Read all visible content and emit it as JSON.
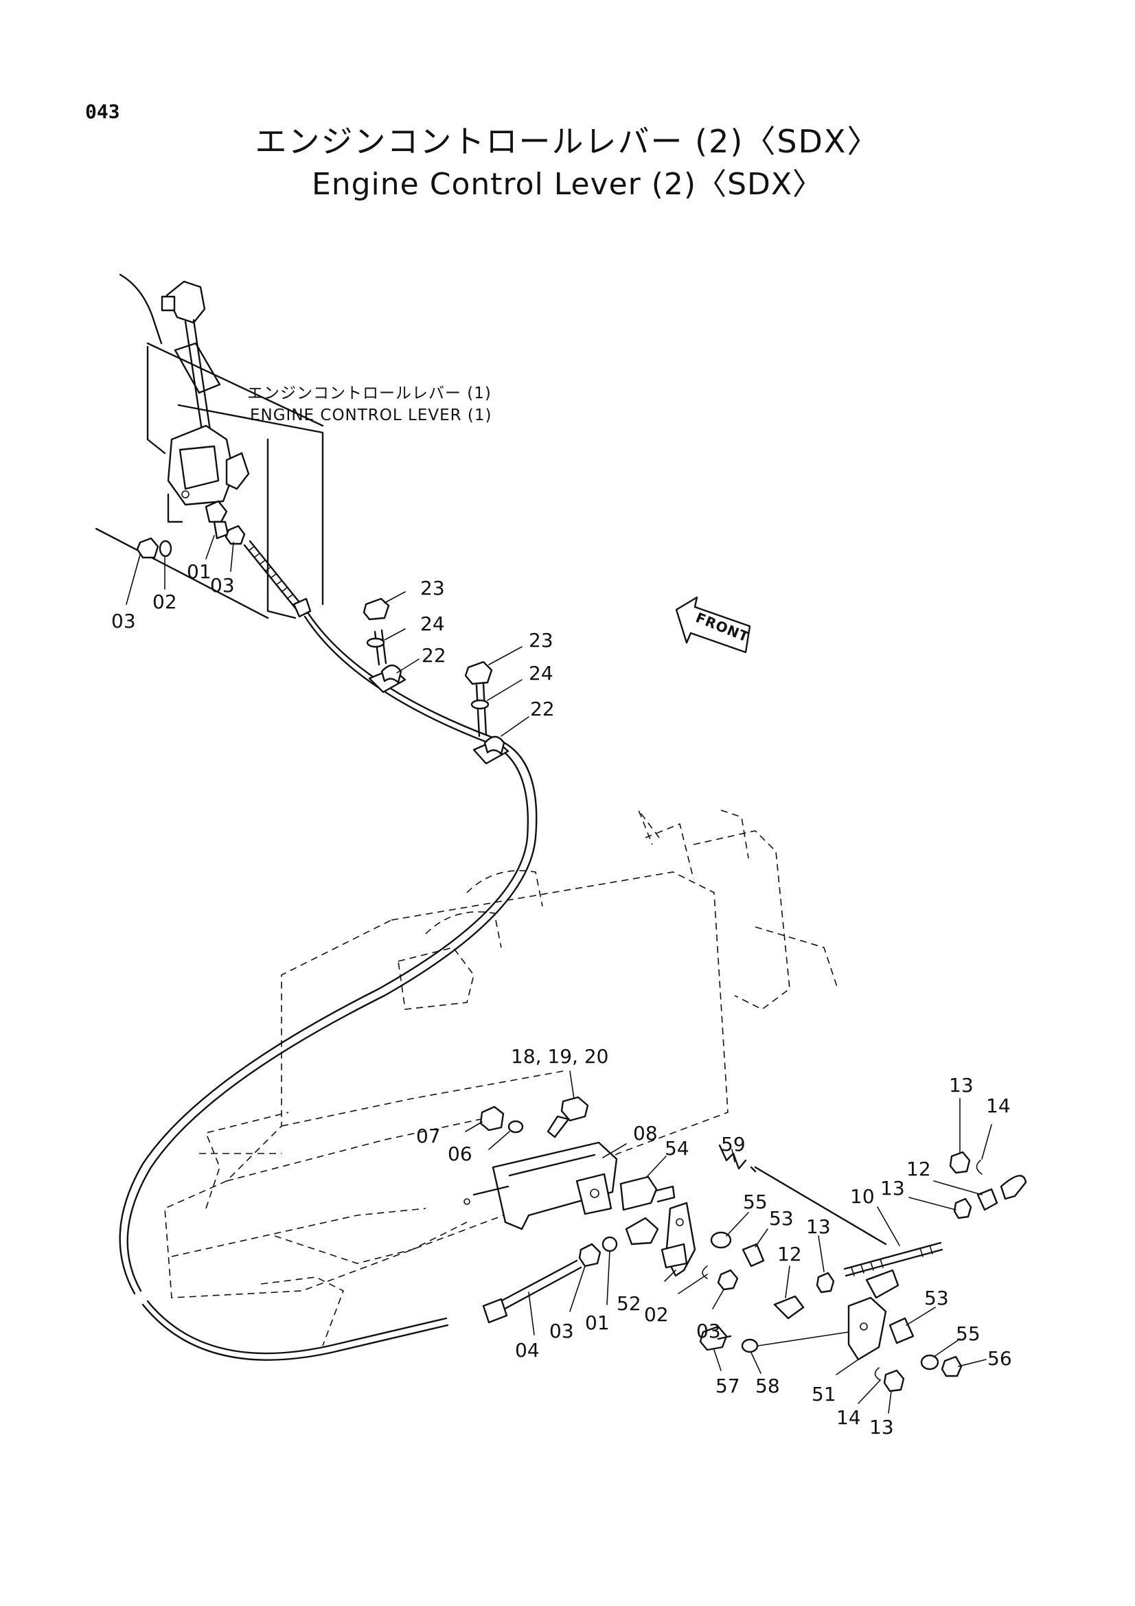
{
  "page_number": "043",
  "title_jp": "エンジンコントロールレバー (2)〈SDX〉",
  "title_en": "Engine Control Lever (2)〈SDX〉",
  "reference": {
    "jp": "エンジンコントロールレバー (1)",
    "en": "ENGINE CONTROL LEVER (1)"
  },
  "front_label": "FRONT",
  "callouts": [
    {
      "id": "c01",
      "text": "03"
    },
    {
      "id": "c02",
      "text": "02"
    },
    {
      "id": "c03",
      "text": "01"
    },
    {
      "id": "c04",
      "text": "03"
    },
    {
      "id": "c05",
      "text": "23"
    },
    {
      "id": "c06",
      "text": "24"
    },
    {
      "id": "c07",
      "text": "22"
    },
    {
      "id": "c08",
      "text": "23"
    },
    {
      "id": "c09",
      "text": "24"
    },
    {
      "id": "c10",
      "text": "22"
    },
    {
      "id": "c11",
      "text": "18, 19, 20"
    },
    {
      "id": "c12",
      "text": "07"
    },
    {
      "id": "c13",
      "text": "06"
    },
    {
      "id": "c14",
      "text": "08"
    },
    {
      "id": "c15",
      "text": "54"
    },
    {
      "id": "c16",
      "text": "59"
    },
    {
      "id": "c17",
      "text": "55"
    },
    {
      "id": "c18",
      "text": "53"
    },
    {
      "id": "c19",
      "text": "13"
    },
    {
      "id": "c20",
      "text": "14"
    },
    {
      "id": "c21",
      "text": "12"
    },
    {
      "id": "c22",
      "text": "13"
    },
    {
      "id": "c23",
      "text": "10"
    },
    {
      "id": "c24",
      "text": "13"
    },
    {
      "id": "c25",
      "text": "12"
    },
    {
      "id": "c26",
      "text": "52"
    },
    {
      "id": "c27",
      "text": "02"
    },
    {
      "id": "c28",
      "text": "03"
    },
    {
      "id": "c29",
      "text": "01"
    },
    {
      "id": "c30",
      "text": "03"
    },
    {
      "id": "c31",
      "text": "04"
    },
    {
      "id": "c32",
      "text": "53"
    },
    {
      "id": "c33",
      "text": "55"
    },
    {
      "id": "c34",
      "text": "56"
    },
    {
      "id": "c35",
      "text": "57"
    },
    {
      "id": "c36",
      "text": "58"
    },
    {
      "id": "c37",
      "text": "51"
    },
    {
      "id": "c38",
      "text": "14"
    },
    {
      "id": "c39",
      "text": "13"
    }
  ]
}
